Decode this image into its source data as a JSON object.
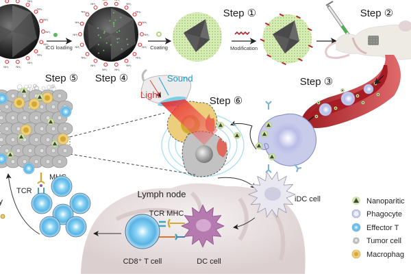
{
  "steps": {
    "step1": "Step ①",
    "step2": "Step ②",
    "step3": "Step ③",
    "step4": "Step ④",
    "step5": "Step ⑤",
    "step6": "Step ⑥"
  },
  "process_labels": {
    "icg_loading": "ICG loading",
    "coating": "Coating",
    "modification": "Modification",
    "nh2": "NH₂"
  },
  "device_labels": {
    "light": "Light",
    "sound": "Sound"
  },
  "cell_labels": {
    "idc_cell": "iDC cell",
    "dc_cell": "DC cell",
    "cd8_t_cell": "CD8⁺ T cell",
    "lymph_node": "Lymph node",
    "tcr_left": "TCR",
    "mhc_left": "MHC",
    "tcr_mhc": "TCR MHC"
  },
  "legend": {
    "items": [
      {
        "label": "Nanoparitic",
        "icon": "nanoparticle-icon"
      },
      {
        "label": "Phagocyte",
        "icon": "phagocyte-icon"
      },
      {
        "label": "Effector T",
        "icon": "effector-t-icon"
      },
      {
        "label": "Tumor cell",
        "icon": "tumor-cell-icon"
      },
      {
        "label": "Macrophag",
        "icon": "macrophage-icon"
      }
    ]
  },
  "colors": {
    "nanoparticle_core": "#3a3a3a",
    "nh2_ring": "#e8383d",
    "icg_green": "#5cb85c",
    "coating_green": "#cfe6a8",
    "blood_red": "#b8232a",
    "phagocyte": "#c9cbea",
    "effector_t": "#8fd0f0",
    "tumor_gray": "#b5b5b5",
    "macrophage": "#e5c56a",
    "dc_purple": "#b57bb0",
    "lymph_node": "#e6dcdc",
    "sound_blue": "#1a9bd0",
    "light_red": "#e03030"
  }
}
